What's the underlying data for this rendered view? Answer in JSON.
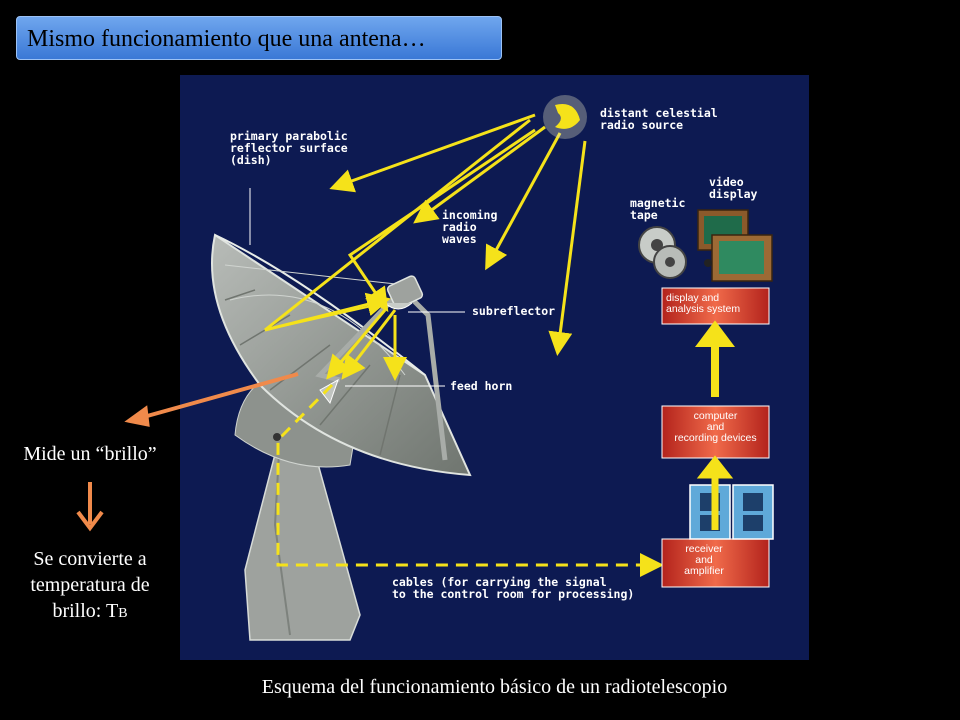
{
  "slide_title": "Mismo funcionamiento que una antena…",
  "diagram": {
    "labels": {
      "source": "distant celestial\nradio source",
      "dish": "primary parabolic\nreflector surface\n(dish)",
      "waves": "incoming\nradio\nwaves",
      "subreflector": "subreflector",
      "feed_horn": "feed horn",
      "magnetic_tape": "magnetic\ntape",
      "video_display": "video\ndisplay",
      "cables": "cables (for carrying the signal\nto the control room for processing)"
    },
    "boxes": {
      "display_system": "display and\nanalysis system",
      "computer": "computer\nand\nrecording devices",
      "receiver": "receiver\nand\namplifier"
    }
  },
  "side": {
    "measure": "Mide un “brillo”",
    "convert_prefix": "Se convierte a\ntemperatura de\nbrillo: T",
    "convert_sub": "B"
  },
  "caption": "Esquema del funcionamiento básico de un radiotelescopio",
  "colors": {
    "wave": "#f5e21a",
    "box_red": "#d93a2a",
    "arrow_orange": "#f08a4b"
  }
}
